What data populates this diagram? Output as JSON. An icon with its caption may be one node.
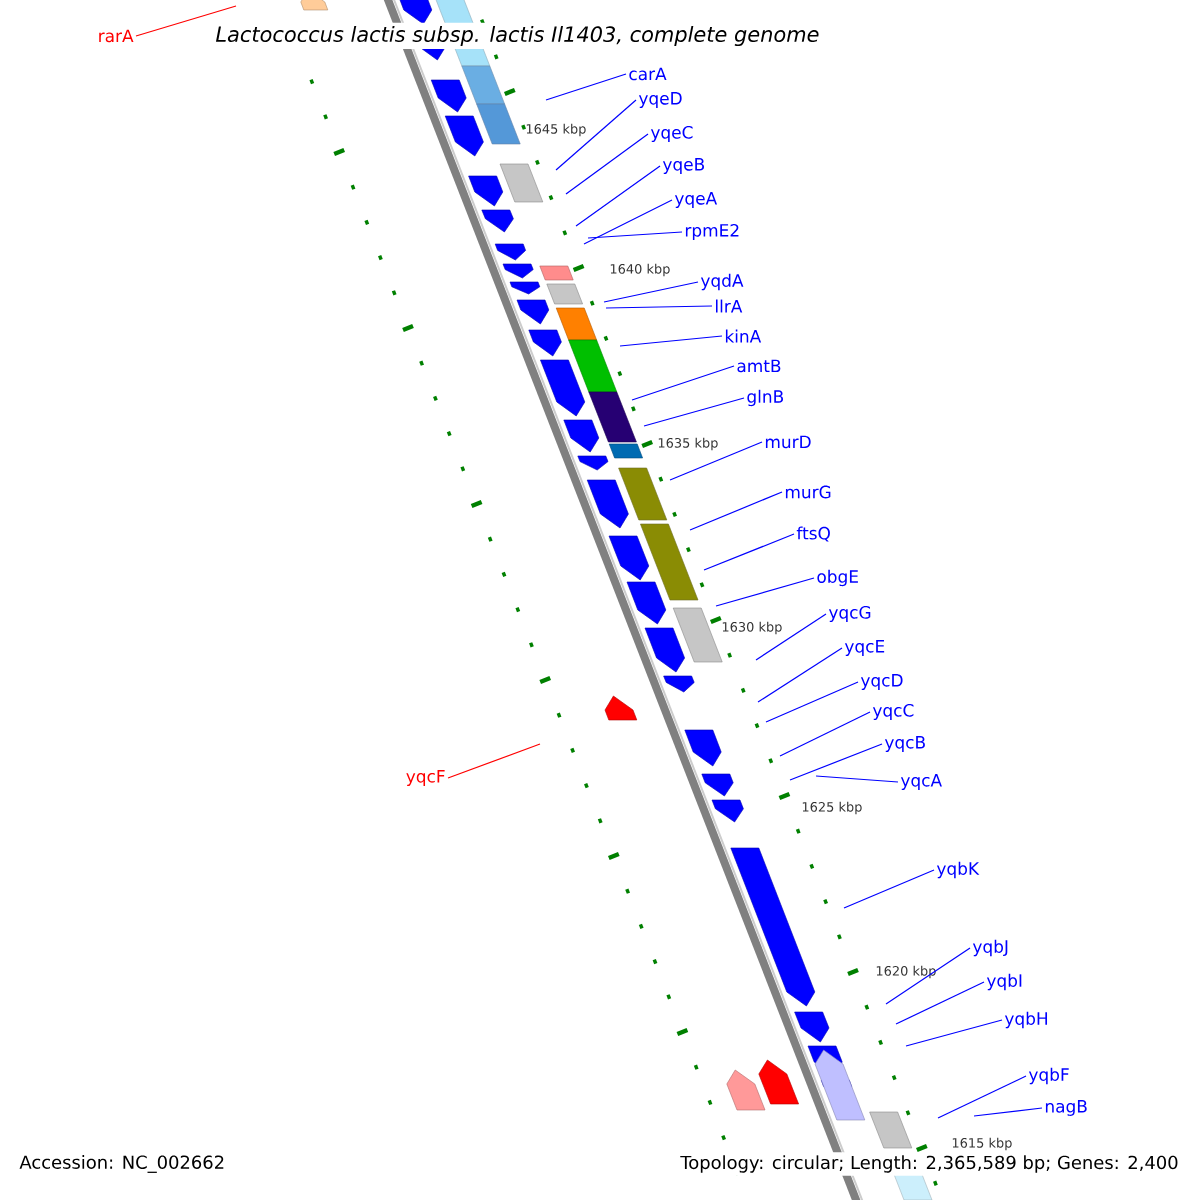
{
  "diagram": {
    "title": "Lactococcus lactis subsp. lactis Il1403, complete genome",
    "nodes": [
      {
        "text": [
          "rarA"
        ]
      },
      {
        "text": [
          "carA"
        ]
      },
      {
        "text": [
          "yqeD"
        ]
      },
      {
        "text": [
          "yqeC"
        ]
      },
      {
        "text": [
          "yqeB"
        ]
      },
      {
        "text": [
          "yqeA"
        ]
      },
      {
        "text": [
          "rpmE2"
        ]
      },
      {
        "text": [
          "yqdA"
        ]
      },
      {
        "text": [
          "llrA"
        ]
      },
      {
        "text": [
          "kinA"
        ]
      },
      {
        "text": [
          "amtB"
        ]
      },
      {
        "text": [
          "glnB"
        ]
      },
      {
        "text": [
          "murD"
        ]
      },
      {
        "text": [
          "murG"
        ]
      },
      {
        "text": [
          "ftsQ"
        ]
      },
      {
        "text": [
          "obgE"
        ]
      },
      {
        "text": [
          "yqcG"
        ]
      },
      {
        "text": [
          "yqcE"
        ]
      },
      {
        "text": [
          "yqcD"
        ]
      },
      {
        "text": [
          "yqcC"
        ]
      },
      {
        "text": [
          "yqcB"
        ]
      },
      {
        "text": [
          "yqcF"
        ]
      },
      {
        "text": [
          "yqcA"
        ]
      },
      {
        "text": [
          "yqbK"
        ]
      },
      {
        "text": [
          "yqbJ"
        ]
      },
      {
        "text": [
          "yqbI"
        ]
      },
      {
        "text": [
          "yqbH"
        ]
      },
      {
        "text": [
          "yqbF"
        ]
      },
      {
        "text": [
          "nagB"
        ]
      }
    ],
    "edges": [
      {
        "from": 0,
        "to": null,
        "arrow": "none",
        "color": "#ff0000"
      },
      {
        "from": 1,
        "to": null,
        "arrow": "none"
      },
      {
        "from": 2,
        "to": null,
        "arrow": "none"
      },
      {
        "from": 3,
        "to": null,
        "arrow": "none"
      },
      {
        "from": 4,
        "to": null,
        "arrow": "none"
      },
      {
        "from": 5,
        "to": null,
        "arrow": "none"
      },
      {
        "from": 6,
        "to": null,
        "arrow": "none"
      },
      {
        "from": 7,
        "to": null,
        "arrow": "none"
      },
      {
        "from": 8,
        "to": null,
        "arrow": "none"
      },
      {
        "from": 9,
        "to": null,
        "arrow": "none"
      },
      {
        "from": 10,
        "to": null,
        "arrow": "none"
      },
      {
        "from": 11,
        "to": null,
        "arrow": "none"
      },
      {
        "from": 12,
        "to": null,
        "arrow": "none"
      },
      {
        "from": 13,
        "to": null,
        "arrow": "none"
      },
      {
        "from": 14,
        "to": null,
        "arrow": "none"
      },
      {
        "from": 15,
        "to": null,
        "arrow": "none"
      },
      {
        "from": 16,
        "to": null,
        "arrow": "none"
      },
      {
        "from": 17,
        "to": null,
        "arrow": "none"
      },
      {
        "from": 18,
        "to": null,
        "arrow": "none"
      },
      {
        "from": 19,
        "to": null,
        "arrow": "none"
      },
      {
        "from": 20,
        "to": null,
        "arrow": "none"
      },
      {
        "from": 21,
        "to": null,
        "arrow": "none",
        "color": "#ff0000"
      },
      {
        "from": 22,
        "to": null,
        "arrow": "none"
      },
      {
        "from": 23,
        "to": null,
        "arrow": "none"
      },
      {
        "from": 24,
        "to": null,
        "arrow": "none"
      },
      {
        "from": 25,
        "to": null,
        "arrow": "none"
      },
      {
        "from": 26,
        "to": null,
        "arrow": "none"
      },
      {
        "from": 27,
        "to": null,
        "arrow": "none"
      },
      {
        "from": 28,
        "to": null,
        "arrow": "none"
      }
    ],
    "labels": [
      "1645 kbp",
      "1640 kbp",
      "1635 kbp",
      "1630 kbp",
      "1625 kbp",
      "1620 kbp",
      "1615 kbp",
      "Accession: NC_002662",
      "Topology: circular; Length: 2,365,589 bp; Genes: 2,400"
    ]
  }
}
